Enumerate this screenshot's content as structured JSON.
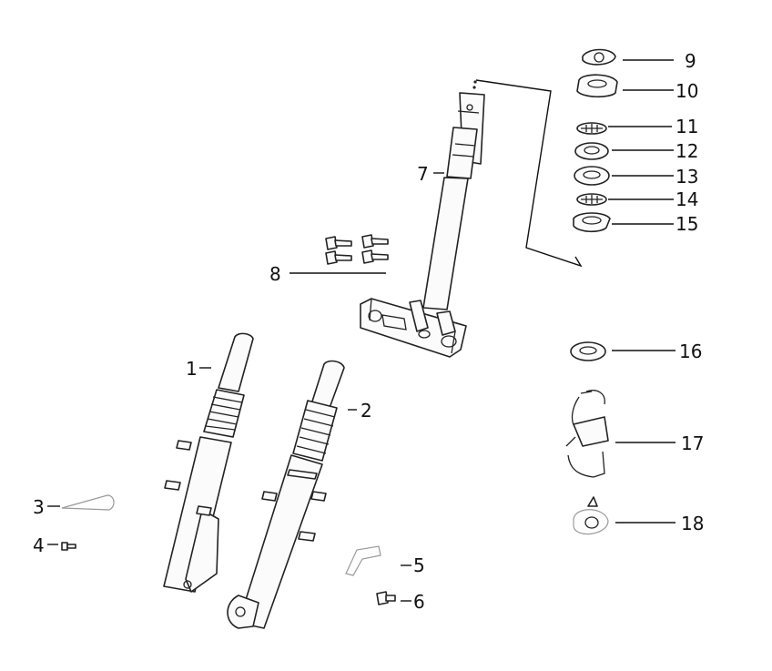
{
  "callouts": [
    {
      "number": "1",
      "part": "right-fork-leg"
    },
    {
      "number": "2",
      "part": "left-fork-leg"
    },
    {
      "number": "3",
      "part": "reflector-bracket"
    },
    {
      "number": "4",
      "part": "small-screw"
    },
    {
      "number": "5",
      "part": "hose-clamp-bracket"
    },
    {
      "number": "6",
      "part": "bolt"
    },
    {
      "number": "7",
      "part": "steering-stem"
    },
    {
      "number": "8",
      "part": "pinch-bolts"
    },
    {
      "number": "9",
      "part": "lock-nut"
    },
    {
      "number": "10",
      "part": "adjusting-nut"
    },
    {
      "number": "11",
      "part": "top-ball-race"
    },
    {
      "number": "12",
      "part": "upper-cone-race"
    },
    {
      "number": "13",
      "part": "lower-cone-race"
    },
    {
      "number": "14",
      "part": "bottom-ball-race"
    },
    {
      "number": "15",
      "part": "dust-seal"
    },
    {
      "number": "16",
      "part": "bearing-race"
    },
    {
      "number": "17",
      "part": "cable-guide-clip"
    },
    {
      "number": "18",
      "part": "hose-clip"
    }
  ]
}
